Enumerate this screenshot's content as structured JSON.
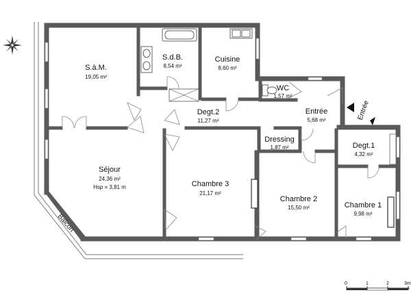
{
  "rooms": {
    "sam": {
      "name": "S.à.M.",
      "area": "19,05 m²"
    },
    "sdb": {
      "name": "S.d.B.",
      "area": "8,54 m²"
    },
    "cuisine": {
      "name": "Cuisine",
      "area": "8,60 m²"
    },
    "wc": {
      "name": "WC",
      "area": "1,57 m²"
    },
    "entree": {
      "name": "Entrée",
      "area": "5,68 m²"
    },
    "degt2": {
      "name": "Degt.2",
      "area": "11,27 m²"
    },
    "dressing": {
      "name": "Dressing",
      "area": "1,87 m²"
    },
    "degt1": {
      "name": "Degt.1",
      "area": "4,32 m²"
    },
    "sejour": {
      "name": "Séjour",
      "area": "24,36 m²",
      "height": "Hsp = 3,81 m"
    },
    "chambre3": {
      "name": "Chambre 3",
      "area": "21,17 m²"
    },
    "chambre2": {
      "name": "Chambre 2",
      "area": "15,50 m²"
    },
    "chambre1": {
      "name": "Chambre 1",
      "area": "9,98 m²"
    }
  },
  "labels": {
    "balcon": "Balcon",
    "entree_arrow": "Entrée"
  },
  "scale": {
    "ticks": [
      "0",
      "1",
      "2",
      "3m"
    ]
  },
  "colors": {
    "wall": "#5a5a5a",
    "line": "#777777"
  },
  "icons": {
    "compass": "compass-rose-icon"
  }
}
